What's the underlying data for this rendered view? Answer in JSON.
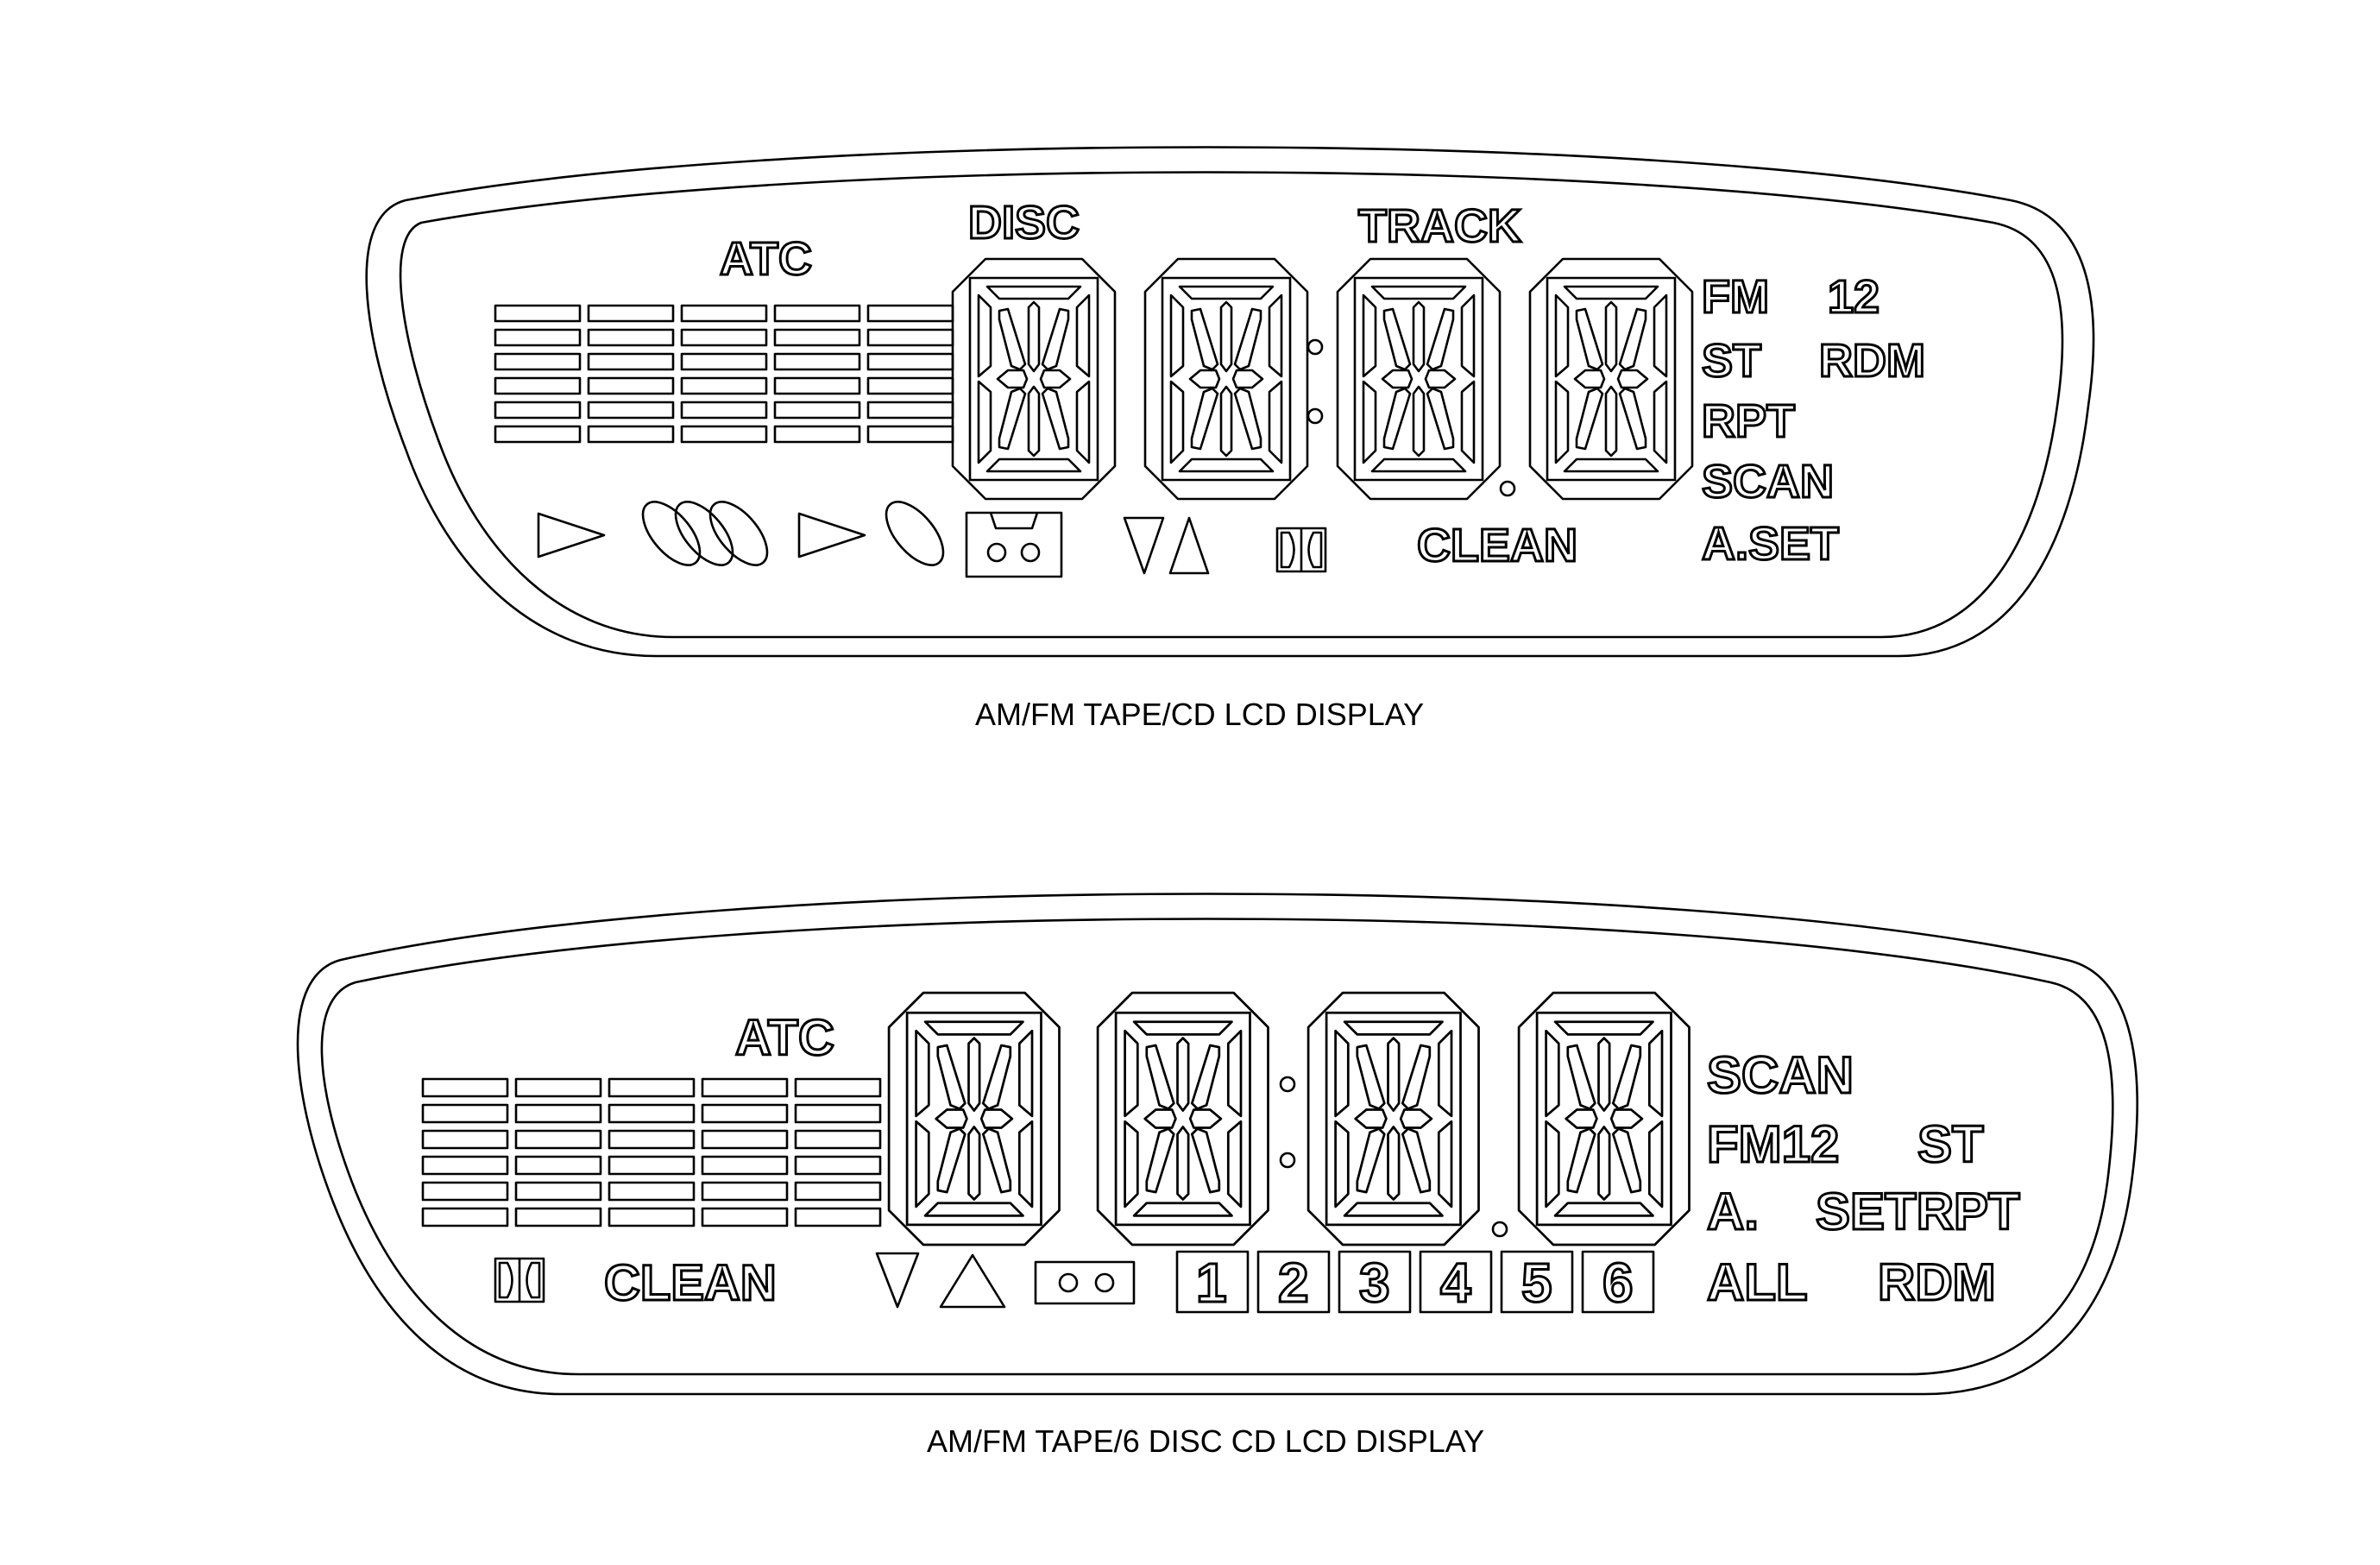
{
  "top_display": {
    "atc": "ATC",
    "disc": "DISC",
    "track": "TRACK",
    "clean": "CLEAN",
    "right_labels": [
      "FM",
      "12",
      "ST",
      "RDM",
      "RPT",
      "SCAN",
      "A.SET"
    ],
    "caption": "AM/FM TAPE/CD LCD DISPLAY"
  },
  "bottom_display": {
    "atc": "ATC",
    "clean": "CLEAN",
    "disc_numbers": [
      "1",
      "2",
      "3",
      "4",
      "5",
      "6"
    ],
    "right_labels": [
      "SCAN",
      "FM12",
      "ST",
      "A.",
      "SETRPT",
      "ALL",
      "RDM"
    ],
    "caption": "AM/FM TAPE/6 DISC CD LCD DISPLAY"
  }
}
